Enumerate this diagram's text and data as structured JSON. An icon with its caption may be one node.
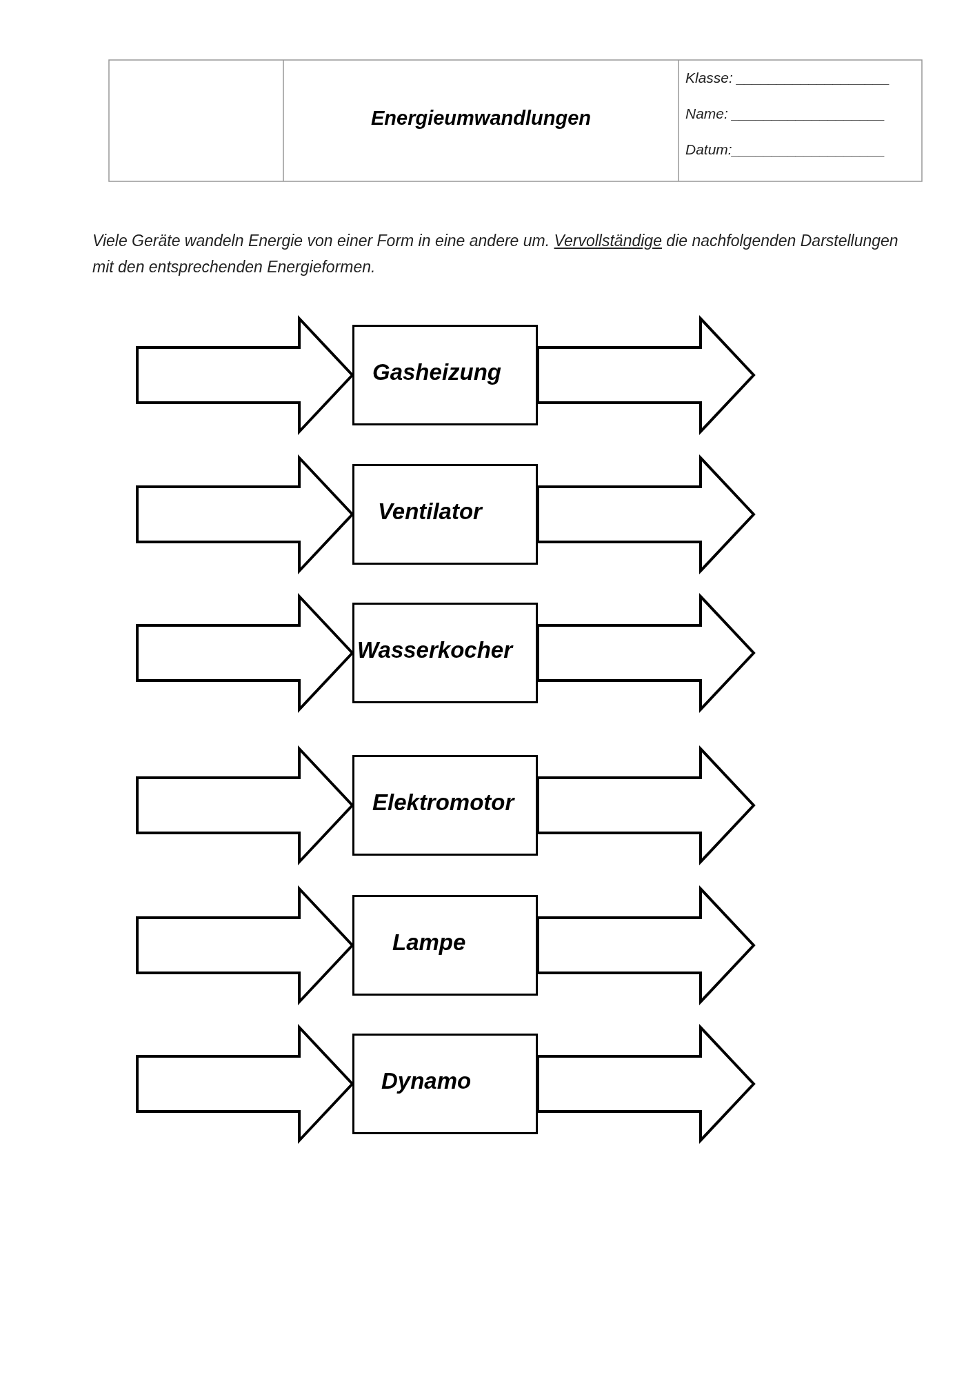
{
  "diagram": {
    "title": "Energieumwandlungen",
    "nodes": [
      {
        "text": [
          "Gasheizung"
        ]
      },
      {
        "text": [
          "Ventilator"
        ]
      },
      {
        "text": [
          "Wasserkocher"
        ]
      },
      {
        "text": [
          "Elektromotor"
        ]
      },
      {
        "text": [
          "Lampe"
        ]
      },
      {
        "text": [
          "Dynamo"
        ]
      }
    ],
    "edges": [
      {
        "from": null,
        "to": 0,
        "arrow": "to"
      },
      {
        "from": 0,
        "to": null,
        "arrow": "to"
      },
      {
        "from": null,
        "to": 1,
        "arrow": "to"
      },
      {
        "from": 1,
        "to": null,
        "arrow": "to"
      },
      {
        "from": null,
        "to": 2,
        "arrow": "to"
      },
      {
        "from": 2,
        "to": null,
        "arrow": "to"
      },
      {
        "from": null,
        "to": 3,
        "arrow": "to"
      },
      {
        "from": 3,
        "to": null,
        "arrow": "to"
      },
      {
        "from": null,
        "to": 4,
        "arrow": "to"
      },
      {
        "from": 4,
        "to": null,
        "arrow": "to"
      },
      {
        "from": null,
        "to": 5,
        "arrow": "to"
      },
      {
        "from": 5,
        "to": null,
        "arrow": "to"
      }
    ],
    "labels": [
      "Klasse: ___________________",
      "Name: ___________________",
      "Datum:___________________",
      "Viele Geräte wandeln Energie von einer Form in eine andere um.",
      "Vervollständige die nachfolgenden Darstellungen mit den entsprechenden Energieformen."
    ]
  }
}
